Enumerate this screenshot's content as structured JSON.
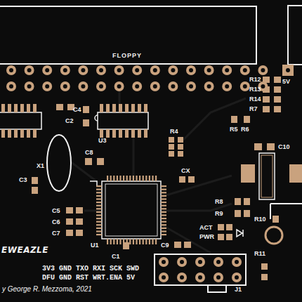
{
  "diagram": {
    "nodes": [
      {
        "text": [
          "FLOPPY"
        ]
      }
    ],
    "labels": [
      "5V",
      "R12",
      "R13",
      "R14",
      "R7",
      "C4",
      "C2",
      "U3",
      "R4",
      "R5",
      "R6",
      "C10",
      "X1",
      "C8",
      "CX",
      "C3",
      "C5",
      "C6",
      "C7",
      "U1",
      "C9",
      "R8",
      "R9",
      "ACT",
      "R10",
      "PWR",
      "EWEAZLE",
      "R11",
      "3V3 GND TXO RXI SCK SWD",
      "DFU GND RST WRT.ENA 5V",
      "y George R. Mezzoma, 2021",
      "J1",
      "C1"
    ]
  }
}
